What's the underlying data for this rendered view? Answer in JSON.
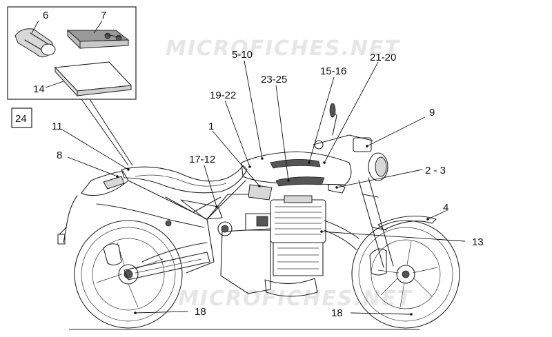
{
  "watermark": {
    "top": "MICROFICHES.NET",
    "bottom": "MICROFICHES.NET"
  },
  "callouts": {
    "c6": "6",
    "c7": "7",
    "c14": "14",
    "c24": "24",
    "c11": "11",
    "c8": "8",
    "c5_10": "5-10",
    "c19_22": "19-22",
    "c23_25": "23-25",
    "c15_16": "15-16",
    "c21_20": "21-20",
    "c9": "9",
    "c1": "1",
    "c17_12": "17-12",
    "c2_3": "2 - 3",
    "c4": "4",
    "c13": "13",
    "c18_rear": "18",
    "c18_front": "18"
  },
  "colors": {
    "ink": "#222222",
    "shade": "#d8d8d8",
    "watermark": "#e6e6e6",
    "background": "#ffffff"
  }
}
